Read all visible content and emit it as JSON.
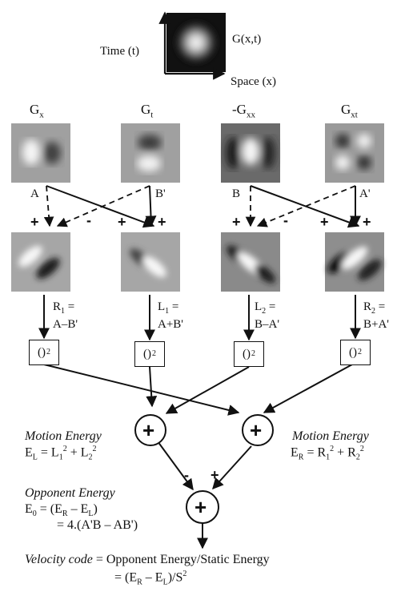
{
  "top": {
    "g_label": "G(x,t)",
    "time_axis_label": "Time (t)",
    "space_axis_label": "Space (x)"
  },
  "row1_labels": [
    "G",
    "G",
    "-G",
    "G"
  ],
  "row1_subs": [
    "x",
    "t",
    "xx",
    "xt"
  ],
  "arrow_labels": {
    "A": "A",
    "Bp": "B'",
    "B": "B",
    "Ap": "A'"
  },
  "signs": [
    "+",
    "-",
    "+",
    "+",
    "+",
    "-",
    "+",
    "+"
  ],
  "combos": [
    {
      "name": "R",
      "sub": "1",
      "eq": "=",
      "expr": "A–B'"
    },
    {
      "name": "L",
      "sub": "1",
      "eq": "=",
      "expr": "A+B'"
    },
    {
      "name": "L",
      "sub": "2",
      "eq": "=",
      "expr": "B–A'"
    },
    {
      "name": "R",
      "sub": "2",
      "eq": "=",
      "expr": "B+A'"
    }
  ],
  "square_box": {
    "label": "()",
    "sup": "2"
  },
  "summers": [
    "+",
    "+",
    "+"
  ],
  "opp_signs": {
    "minus": "-",
    "plus": "+"
  },
  "motion_left": {
    "title": "Motion Energy",
    "E": "E",
    "Esub": "L",
    "eq": " = L",
    "s1": "1",
    "p1": "2",
    "plus": " + L",
    "s2": "2",
    "p2": "2"
  },
  "motion_right": {
    "title": "Motion Energy",
    "E": "E",
    "Esub": "R",
    "eq": " = R",
    "s1": "1",
    "p1": "2",
    "plus": " + R",
    "s2": "2",
    "p2": "2"
  },
  "opponent": {
    "title": "Opponent Energy",
    "line1_E": "E",
    "line1_sub": "0",
    "line1_eq": " =  (E",
    "line1_R": "R",
    "line1_mid": " – E",
    "line1_L": "L",
    "line1_end": ")",
    "line2": "= 4.(A'B – AB')"
  },
  "velocity": {
    "label": "Velocity code",
    "eq": " =  Opponent Energy/Static Energy",
    "l2_start": "=  (E",
    "l2_R": "R",
    "l2_mid": " – E",
    "l2_L": "L",
    "l2_end": ")/S",
    "l2_p": "2"
  }
}
